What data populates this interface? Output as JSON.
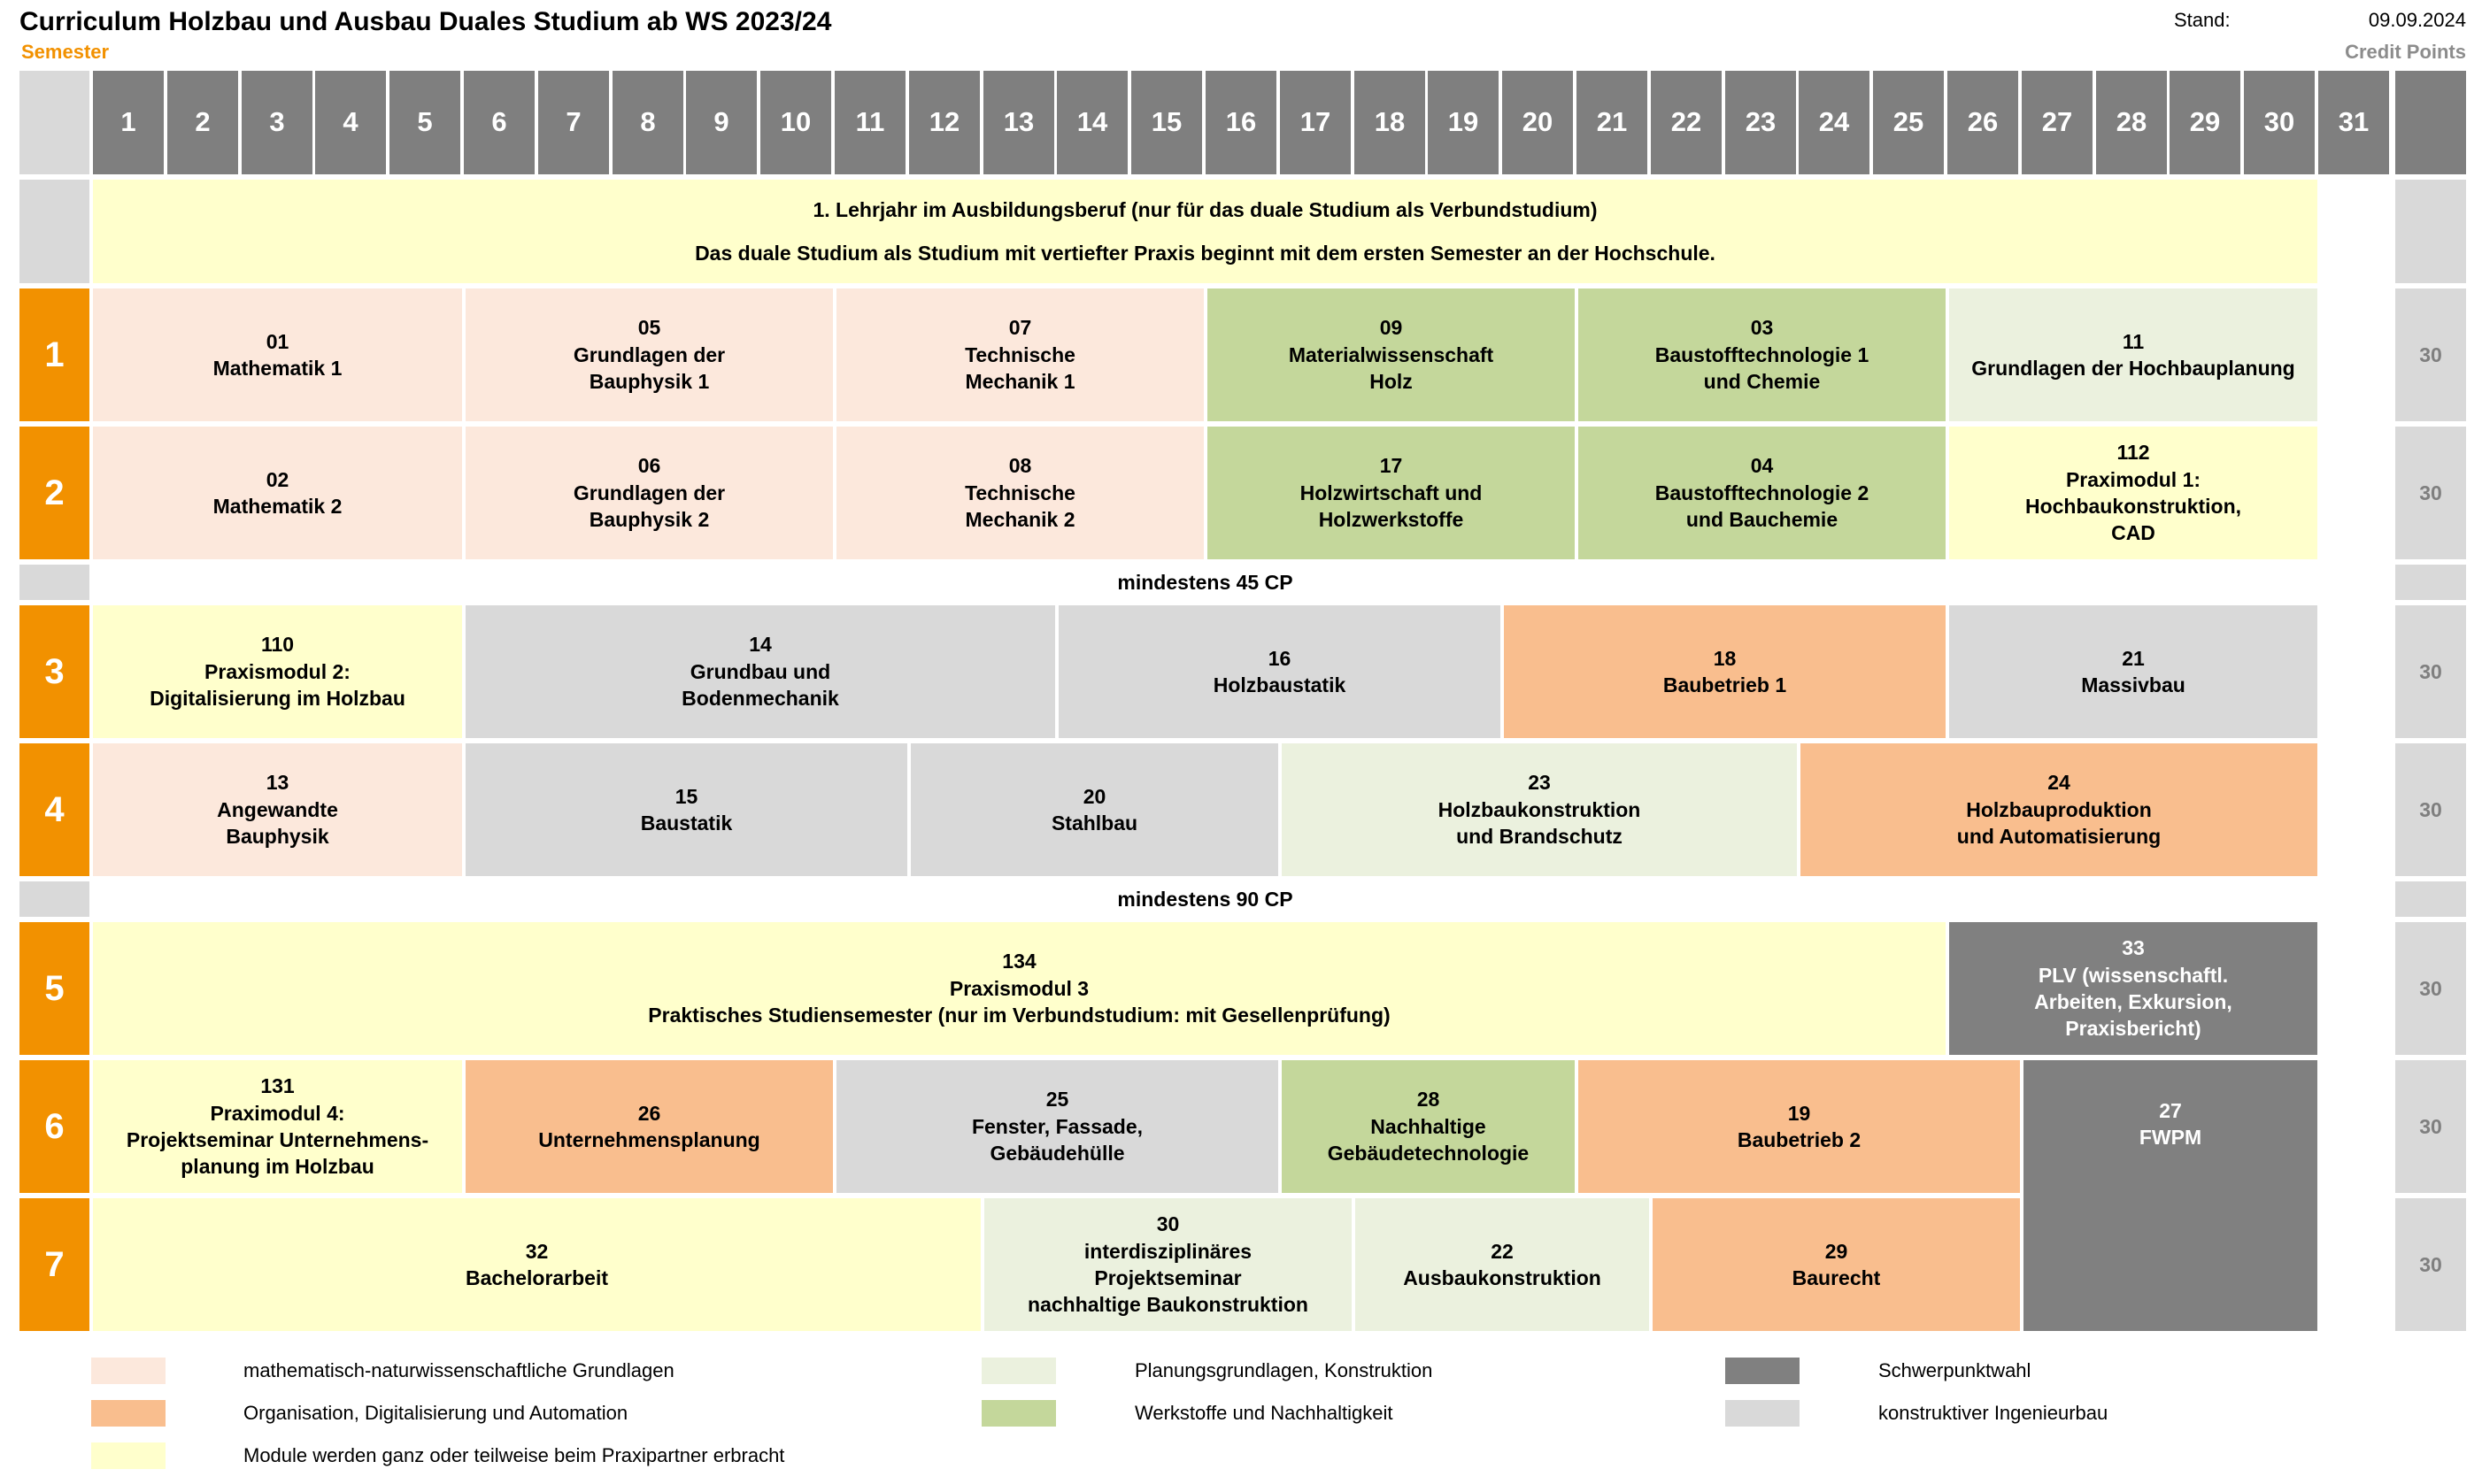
{
  "header": {
    "title": "Curriculum Holzbau und Ausbau Duales Studium ab WS 2023/24",
    "semester_label": "Semester",
    "stand_label": "Stand:",
    "stand_date": "09.09.2024",
    "cp_label": "Credit Points"
  },
  "columns": [
    "1",
    "2",
    "3",
    "4",
    "5",
    "6",
    "7",
    "8",
    "9",
    "10",
    "11",
    "12",
    "13",
    "14",
    "15",
    "16",
    "17",
    "18",
    "19",
    "20",
    "21",
    "22",
    "23",
    "24",
    "25",
    "26",
    "27",
    "28",
    "29",
    "30",
    "31"
  ],
  "intro": {
    "line1": "1. Lehrjahr im Ausbildungsberuf (nur für das duale Studium als Verbundstudium)",
    "line2": "Das duale Studium als Studium mit vertiefter Praxis beginnt mit dem ersten Semester an der Hochschule."
  },
  "semesters": [
    {
      "label": "1",
      "cp": "30"
    },
    {
      "label": "2",
      "cp": "30"
    },
    {
      "label": "3",
      "cp": "30"
    },
    {
      "label": "4",
      "cp": "30"
    },
    {
      "label": "5",
      "cp": "30"
    },
    {
      "label": "6",
      "cp": "30"
    },
    {
      "label": "7",
      "cp": "30"
    }
  ],
  "milestones": {
    "m45": "mindestens 45 CP",
    "m90": "mindestens 90 CP"
  },
  "modules": {
    "m01": "01\nMathematik 1",
    "m05": "05\nGrundlagen der\nBauphysik 1",
    "m07": "07\nTechnische\nMechanik 1",
    "m09": "09\nMaterialwissenschaft\nHolz",
    "m03": "03\nBaustofftechnologie 1\nund Chemie",
    "m11": "11\nGrundlagen der Hochbauplanung",
    "m02": "02\nMathematik 2",
    "m06": "06\nGrundlagen der\nBauphysik 2",
    "m08": "08\nTechnische\nMechanik 2",
    "m17": "17\nHolzwirtschaft und\nHolzwerkstoffe",
    "m04": "04\nBaustofftechnologie 2\nund Bauchemie",
    "m112": "112\nPraximodul 1:\nHochbaukonstruktion,\nCAD",
    "m110": "110\nPraxismodul 2:\nDigitalisierung im Holzbau",
    "m14": "14\nGrundbau und\nBodenmechanik",
    "m16": "16\nHolzbaustatik",
    "m18": "18\nBaubetrieb 1",
    "m21": "21\nMassivbau",
    "m13": "13\nAngewandte\nBauphysik",
    "m15": "15\nBaustatik",
    "m20": "20\nStahlbau",
    "m23": "23\nHolzbaukonstruktion\nund Brandschutz",
    "m24": "24\nHolzbauproduktion\nund Automatisierung",
    "m134": "134\nPraxismodul 3\nPraktisches Studiensemester (nur im Verbundstudium: mit Gesellenprüfung)",
    "m33": "33\nPLV (wissenschaftl.\nArbeiten, Exkursion,\nPraxisbericht)",
    "m131": "131\nPraximodul 4:\nProjektseminar Unternehmens-\nplanung im Holzbau",
    "m26": "26\nUnternehmensplanung",
    "m25": "25\nFenster, Fassade,\nGebäudehülle",
    "m28": "28\nNachhaltige\nGebäudetechnologie",
    "m19": "19\nBaubetrieb 2",
    "m27": "27\nFWPM",
    "m32": "32\nBachelorarbeit",
    "m30": "30\ninterdisziplinäres\nProjektseminar\nnachhaltige Baukonstruktion",
    "m22": "22\nAusbaukonstruktion",
    "m29": "29\nBaurecht"
  },
  "legend": {
    "math": "mathematisch-naturwissenschaftliche Grundlagen",
    "org": "Organisation, Digitalisierung und Automation",
    "prax": "Module werden ganz oder teilweise beim Praxipartner erbracht",
    "plan": "Planungsgrundlagen, Konstruktion",
    "werk": "Werkstoffe und Nachhaltigkeit",
    "schw": "Schwerpunktwahl",
    "kons": "konstruktiver Ingenieurbau"
  },
  "colors": {
    "semester_accent": "#f29100",
    "header_gray": "#7f7f7f",
    "math": "#fce8dc",
    "org": "#f9be8e",
    "prax": "#ffffcc",
    "plan": "#ebf1de",
    "werk": "#c4d79b",
    "schw": "#808080",
    "kons": "#d9d9d9"
  }
}
